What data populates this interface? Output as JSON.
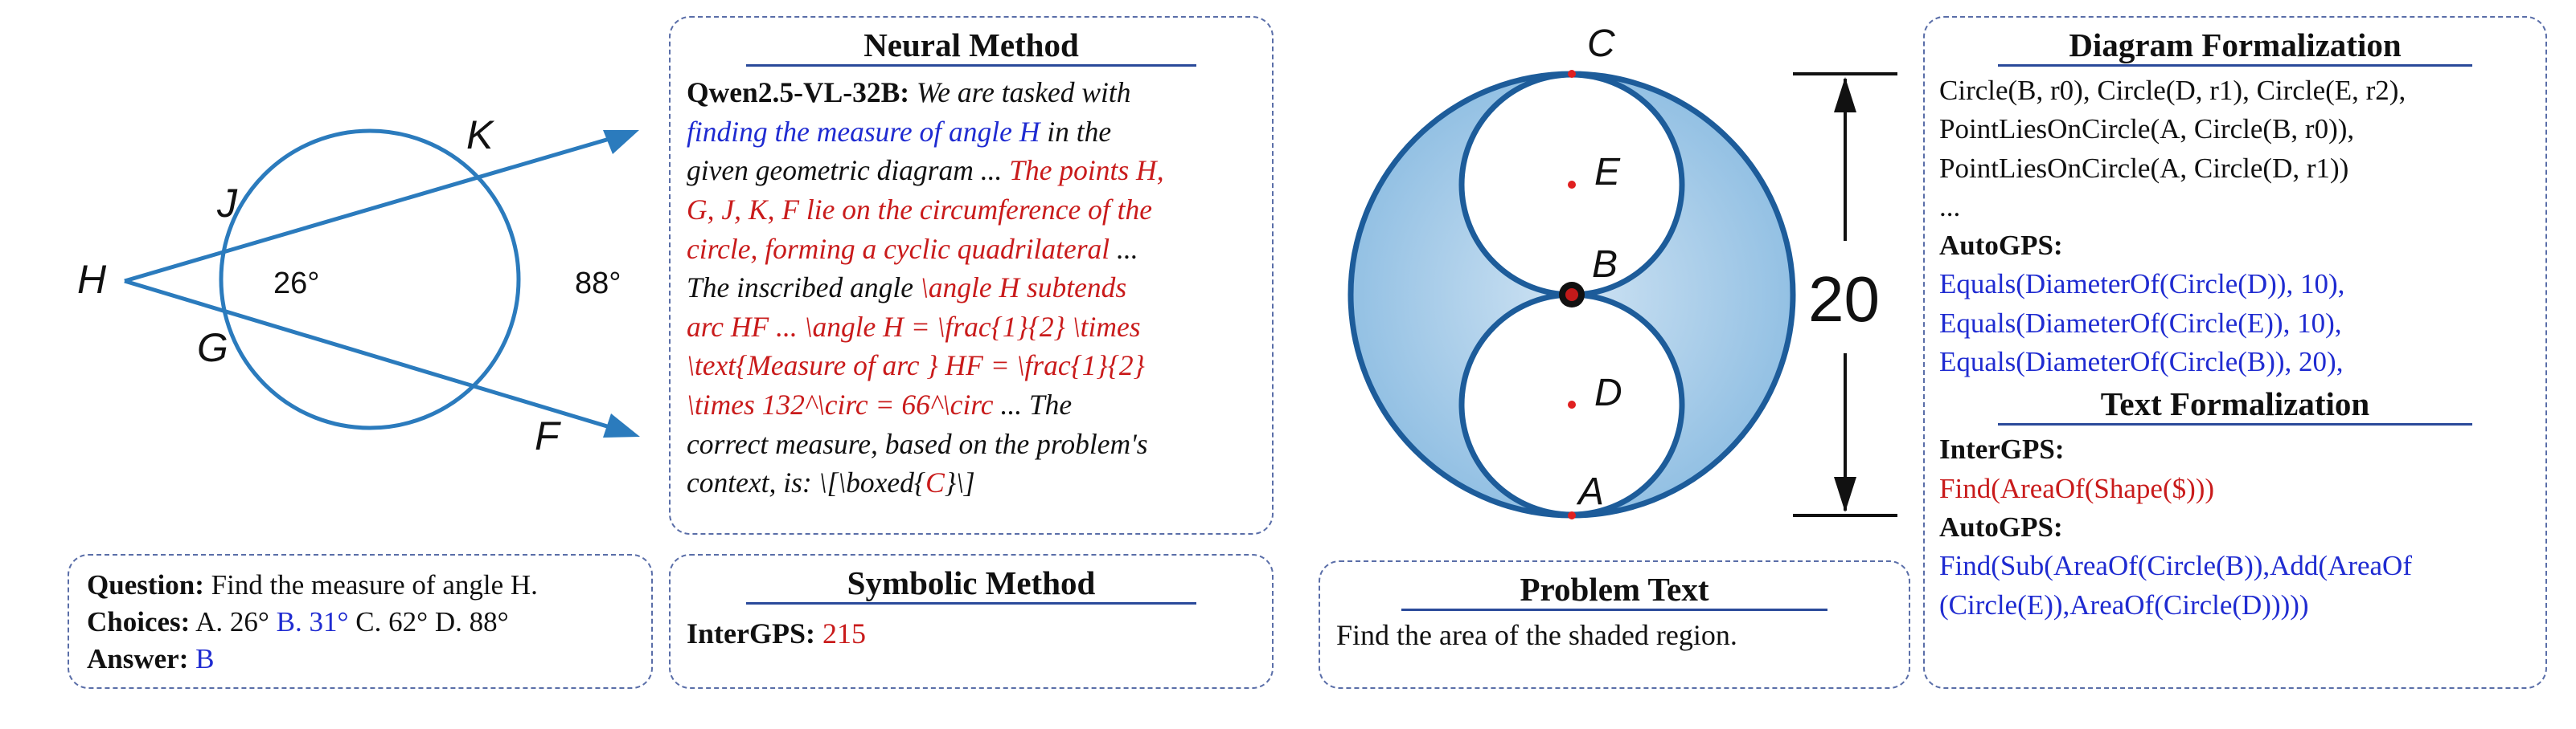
{
  "left_diagram": {
    "labels": {
      "H": "H",
      "J": "J",
      "K": "K",
      "G": "G",
      "F": "F"
    },
    "angle_label": "26°",
    "arc_label": "88°"
  },
  "question_box": {
    "question_label": "Question:",
    "question_text": "Find the measure of angle H.",
    "choices_label": "Choices:",
    "choice_a": "A. 26°",
    "choice_b": "B. 31°",
    "choice_c": "C. 62°",
    "choice_d": "D. 88°",
    "answer_label": "Answer:",
    "answer_value": "B"
  },
  "neural_method": {
    "title": "Neural Method",
    "model": "Qwen2.5-VL-32B:",
    "t1": "We are tasked with",
    "t2": "finding the measure of angle H",
    "t3": "in the",
    "t4": "given geometric diagram ...",
    "t5": "The points H,",
    "t6": "G, J, K, F lie on the circumference of the",
    "t7": "circle, forming a cyclic quadrilateral",
    "t8": "...",
    "t9": "The inscribed angle",
    "t10": "\\angle H subtends",
    "t11": "arc HF ... \\angle H = \\frac{1}{2} \\times",
    "t12": "\\text{Measure of arc } HF = \\frac{1}{2}",
    "t13": "\\times 132^\\circ = 66^\\circ",
    "t14": "... The",
    "t15": "correct measure, based on the problem's",
    "t16": "context, is: \\[\\boxed{",
    "t17": "C",
    "t18": "}\\]"
  },
  "symbolic_method": {
    "title": "Symbolic Method",
    "label": "InterGPS:",
    "value": "215"
  },
  "right_diagram": {
    "labels": {
      "C": "C",
      "E": "E",
      "B": "B",
      "D": "D",
      "A": "A"
    },
    "dimension": "20"
  },
  "problem_text": {
    "title": "Problem Text",
    "text": "Find the area of the shaded region."
  },
  "diagram_formalization": {
    "title": "Diagram Formalization",
    "lines": [
      "Circle(B, r0), Circle(D, r1), Circle(E, r2),",
      "PointLiesOnCircle(A, Circle(B, r0)),",
      "PointLiesOnCircle(A, Circle(D, r1))",
      "..."
    ],
    "autogps_label": "AutoGPS:",
    "autogps_lines": [
      "Equals(DiameterOf(Circle(D)), 10),",
      "Equals(DiameterOf(Circle(E)), 10),",
      "Equals(DiameterOf(Circle(B)), 20),"
    ]
  },
  "text_formalization": {
    "title": "Text Formalization",
    "intergps_label": "InterGPS:",
    "intergps_value": "Find(AreaOf(Shape($)))",
    "autogps_label": "AutoGPS:",
    "autogps_lines": [
      "Find(Sub(AreaOf(Circle(B)),Add(AreaOf",
      "(Circle(E)),AreaOf(Circle(D)))))"
    ]
  },
  "colors": {
    "accent_blue": "#1f2bd1",
    "accent_red": "#c91b1b",
    "border": "#5a6ea8",
    "diagram_stroke": "#2b7bbd",
    "shade": "#a9cde8"
  }
}
